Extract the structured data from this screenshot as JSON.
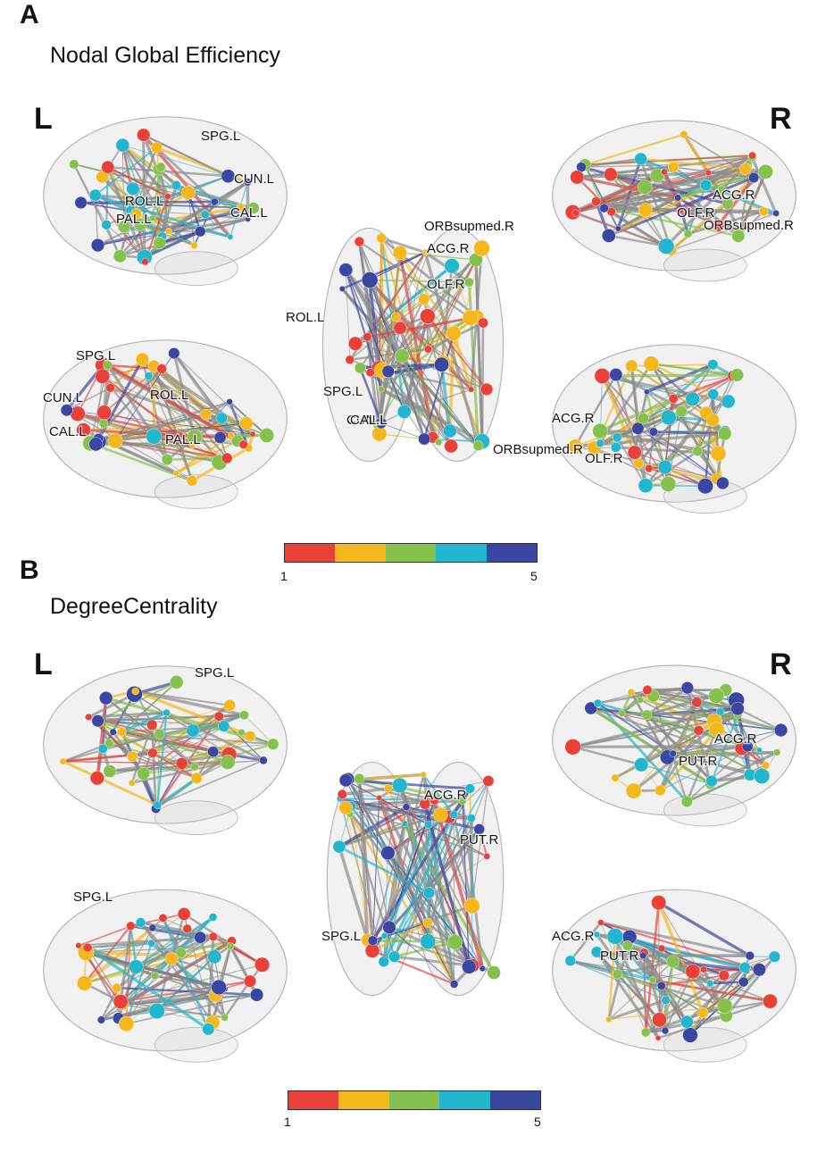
{
  "colors": {
    "c1": "#e8413a",
    "c2": "#f4b81c",
    "c3": "#86c04d",
    "c4": "#22b6cf",
    "c5": "#3b46a3",
    "brain": "#d6d6d6",
    "edge": "#8c8c8c"
  },
  "panel_a": {
    "letter": "A",
    "title": "Nodal Global Efficiency",
    "left_label": "L",
    "right_label": "R",
    "views": {
      "top_left": [
        "SPG.L",
        "CUN.L",
        "CAL.L",
        "ROL.L",
        "PAL.L"
      ],
      "bottom_left": [
        "SPG.L",
        "CUN.L",
        "CAL.L",
        "ROL.L",
        "PAL.L"
      ],
      "center": [
        "ORBsupmed.R",
        "ACG.R",
        "OLF.R",
        "ROL.L",
        "SPG.L",
        "CUN.L",
        "CAL.L"
      ],
      "top_right": [
        "ACG.R",
        "ORBsupmed.R",
        "OLF.R"
      ],
      "bottom_right": [
        "ACG.R",
        "ORBsupmed.R",
        "OLF.R"
      ]
    },
    "colorbar": {
      "min": "1",
      "max": "5"
    }
  },
  "panel_b": {
    "letter": "B",
    "title": "DegreeCentrality",
    "left_label": "L",
    "right_label": "R",
    "views": {
      "top_left": [
        "SPG.L"
      ],
      "bottom_left": [
        "SPG.L"
      ],
      "center": [
        "ACG.R",
        "PUT.R",
        "SPG.L"
      ],
      "top_right": [
        "ACG.R",
        "PUT.R"
      ],
      "bottom_right": [
        "ACG.R",
        "PUT.R"
      ]
    },
    "colorbar": {
      "min": "1",
      "max": "5"
    }
  }
}
